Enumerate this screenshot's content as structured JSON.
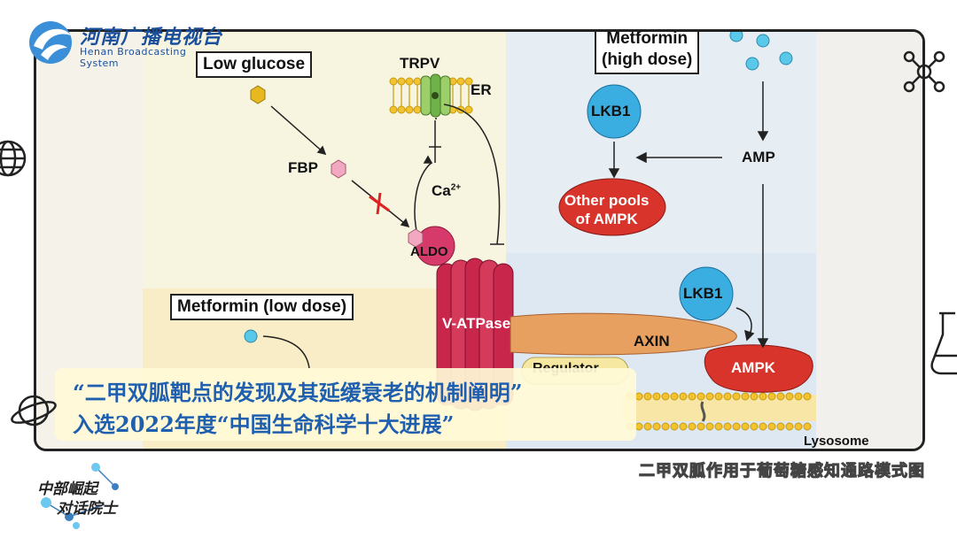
{
  "logo": {
    "chinese_name": "河南广播电视台",
    "english_name": "Henan Broadcasting System"
  },
  "diagram": {
    "low_glucose_label": "Low glucose",
    "trpv_label": "TRPV",
    "er_label": "ER",
    "fbp_label": "FBP",
    "ca_label": "Ca",
    "ca_superscript": "2+",
    "aldo_label": "ALDO",
    "vatpase_label": "V-ATPase",
    "metformin_low_label": "Metformin (low dose)",
    "metformin_high_label_line1": "Metformin",
    "metformin_high_label_line2": "(high dose)",
    "lkb1_top_label": "LKB1",
    "amp_label": "AMP",
    "other_pools_line1": "Other pools",
    "other_pools_line2": "of AMPK",
    "lkb1_bottom_label": "LKB1",
    "axin_label": "AXIN",
    "ampk_label": "AMPK",
    "regulator_label": "Regulator",
    "lysosome_label": "Lysosome"
  },
  "banner": {
    "line1": "“二甲双胍靶点的发现及其延缓衰老的机制阐明”",
    "line2": "入选2022年度“中国生命科学十大进展”"
  },
  "caption": "二甲双胍作用于葡萄糖感知通路模式图",
  "corner_logo": {
    "line1": "中部崛起",
    "line2": "对话院士"
  },
  "colors": {
    "frame_border": "#222222",
    "banner_text": "#1f5fb0",
    "banner_bg": "#fffad7",
    "logo_blue": "#1a4f9c",
    "vatpase_red": "#c8264a",
    "ampk_red": "#d9342b",
    "lkb1_blue": "#3aaee0",
    "axin_orange": "#e8a060",
    "membrane_yellow": "#f2c231"
  },
  "icons": [
    "molecule-icon",
    "globe-icon",
    "flask-icon",
    "planet-icon"
  ]
}
